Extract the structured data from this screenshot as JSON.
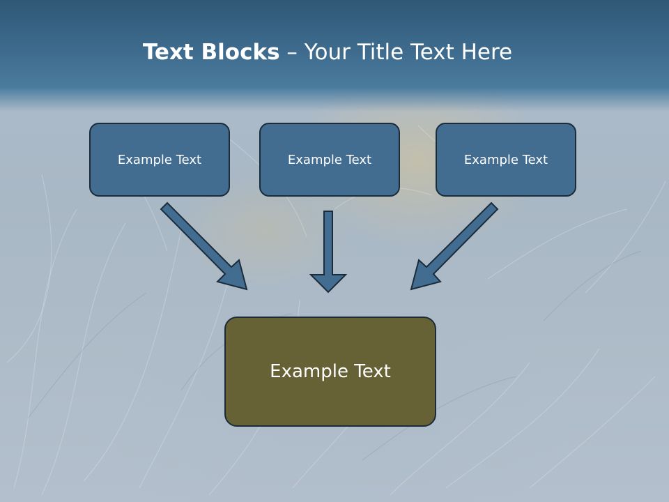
{
  "slide": {
    "title_bold": "Text Blocks",
    "title_dash": " – ",
    "title_rest": "Your Title Text Here"
  },
  "diagram": {
    "top_blocks": [
      {
        "label": "Example Text"
      },
      {
        "label": "Example Text"
      },
      {
        "label": "Example Text"
      }
    ],
    "bottom_block": {
      "label": "Example Text"
    },
    "colors": {
      "header": "#3e6b8d",
      "top_block_fill": "#426d91",
      "bottom_block_fill": "#666235",
      "arrow_fill": "#426d91",
      "outline": "#1a2b3a"
    }
  }
}
